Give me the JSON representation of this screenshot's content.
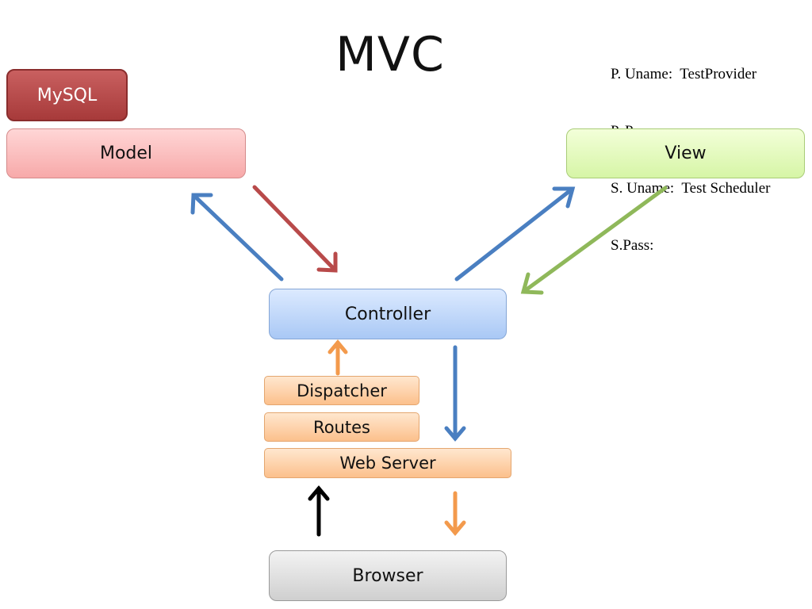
{
  "title": "MVC",
  "credentials": {
    "provider_username": "P. Uname:  TestProvider",
    "provider_password": "P. Pass:",
    "scheduler_username": "S. Uname:  Test Scheduler",
    "scheduler_password": "S.Pass:"
  },
  "nodes": {
    "mysql": "MySQL",
    "model": "Model",
    "view": "View",
    "controller": "Controller",
    "dispatcher": "Dispatcher",
    "routes": "Routes",
    "web_server": "Web Server",
    "browser": "Browser"
  },
  "colors": {
    "blue_arrow": "#4a7fc1",
    "red_arrow": "#b84a4a",
    "green_arrow": "#8fb85a",
    "orange_arrow": "#f39a4c",
    "black_arrow": "#000000"
  }
}
